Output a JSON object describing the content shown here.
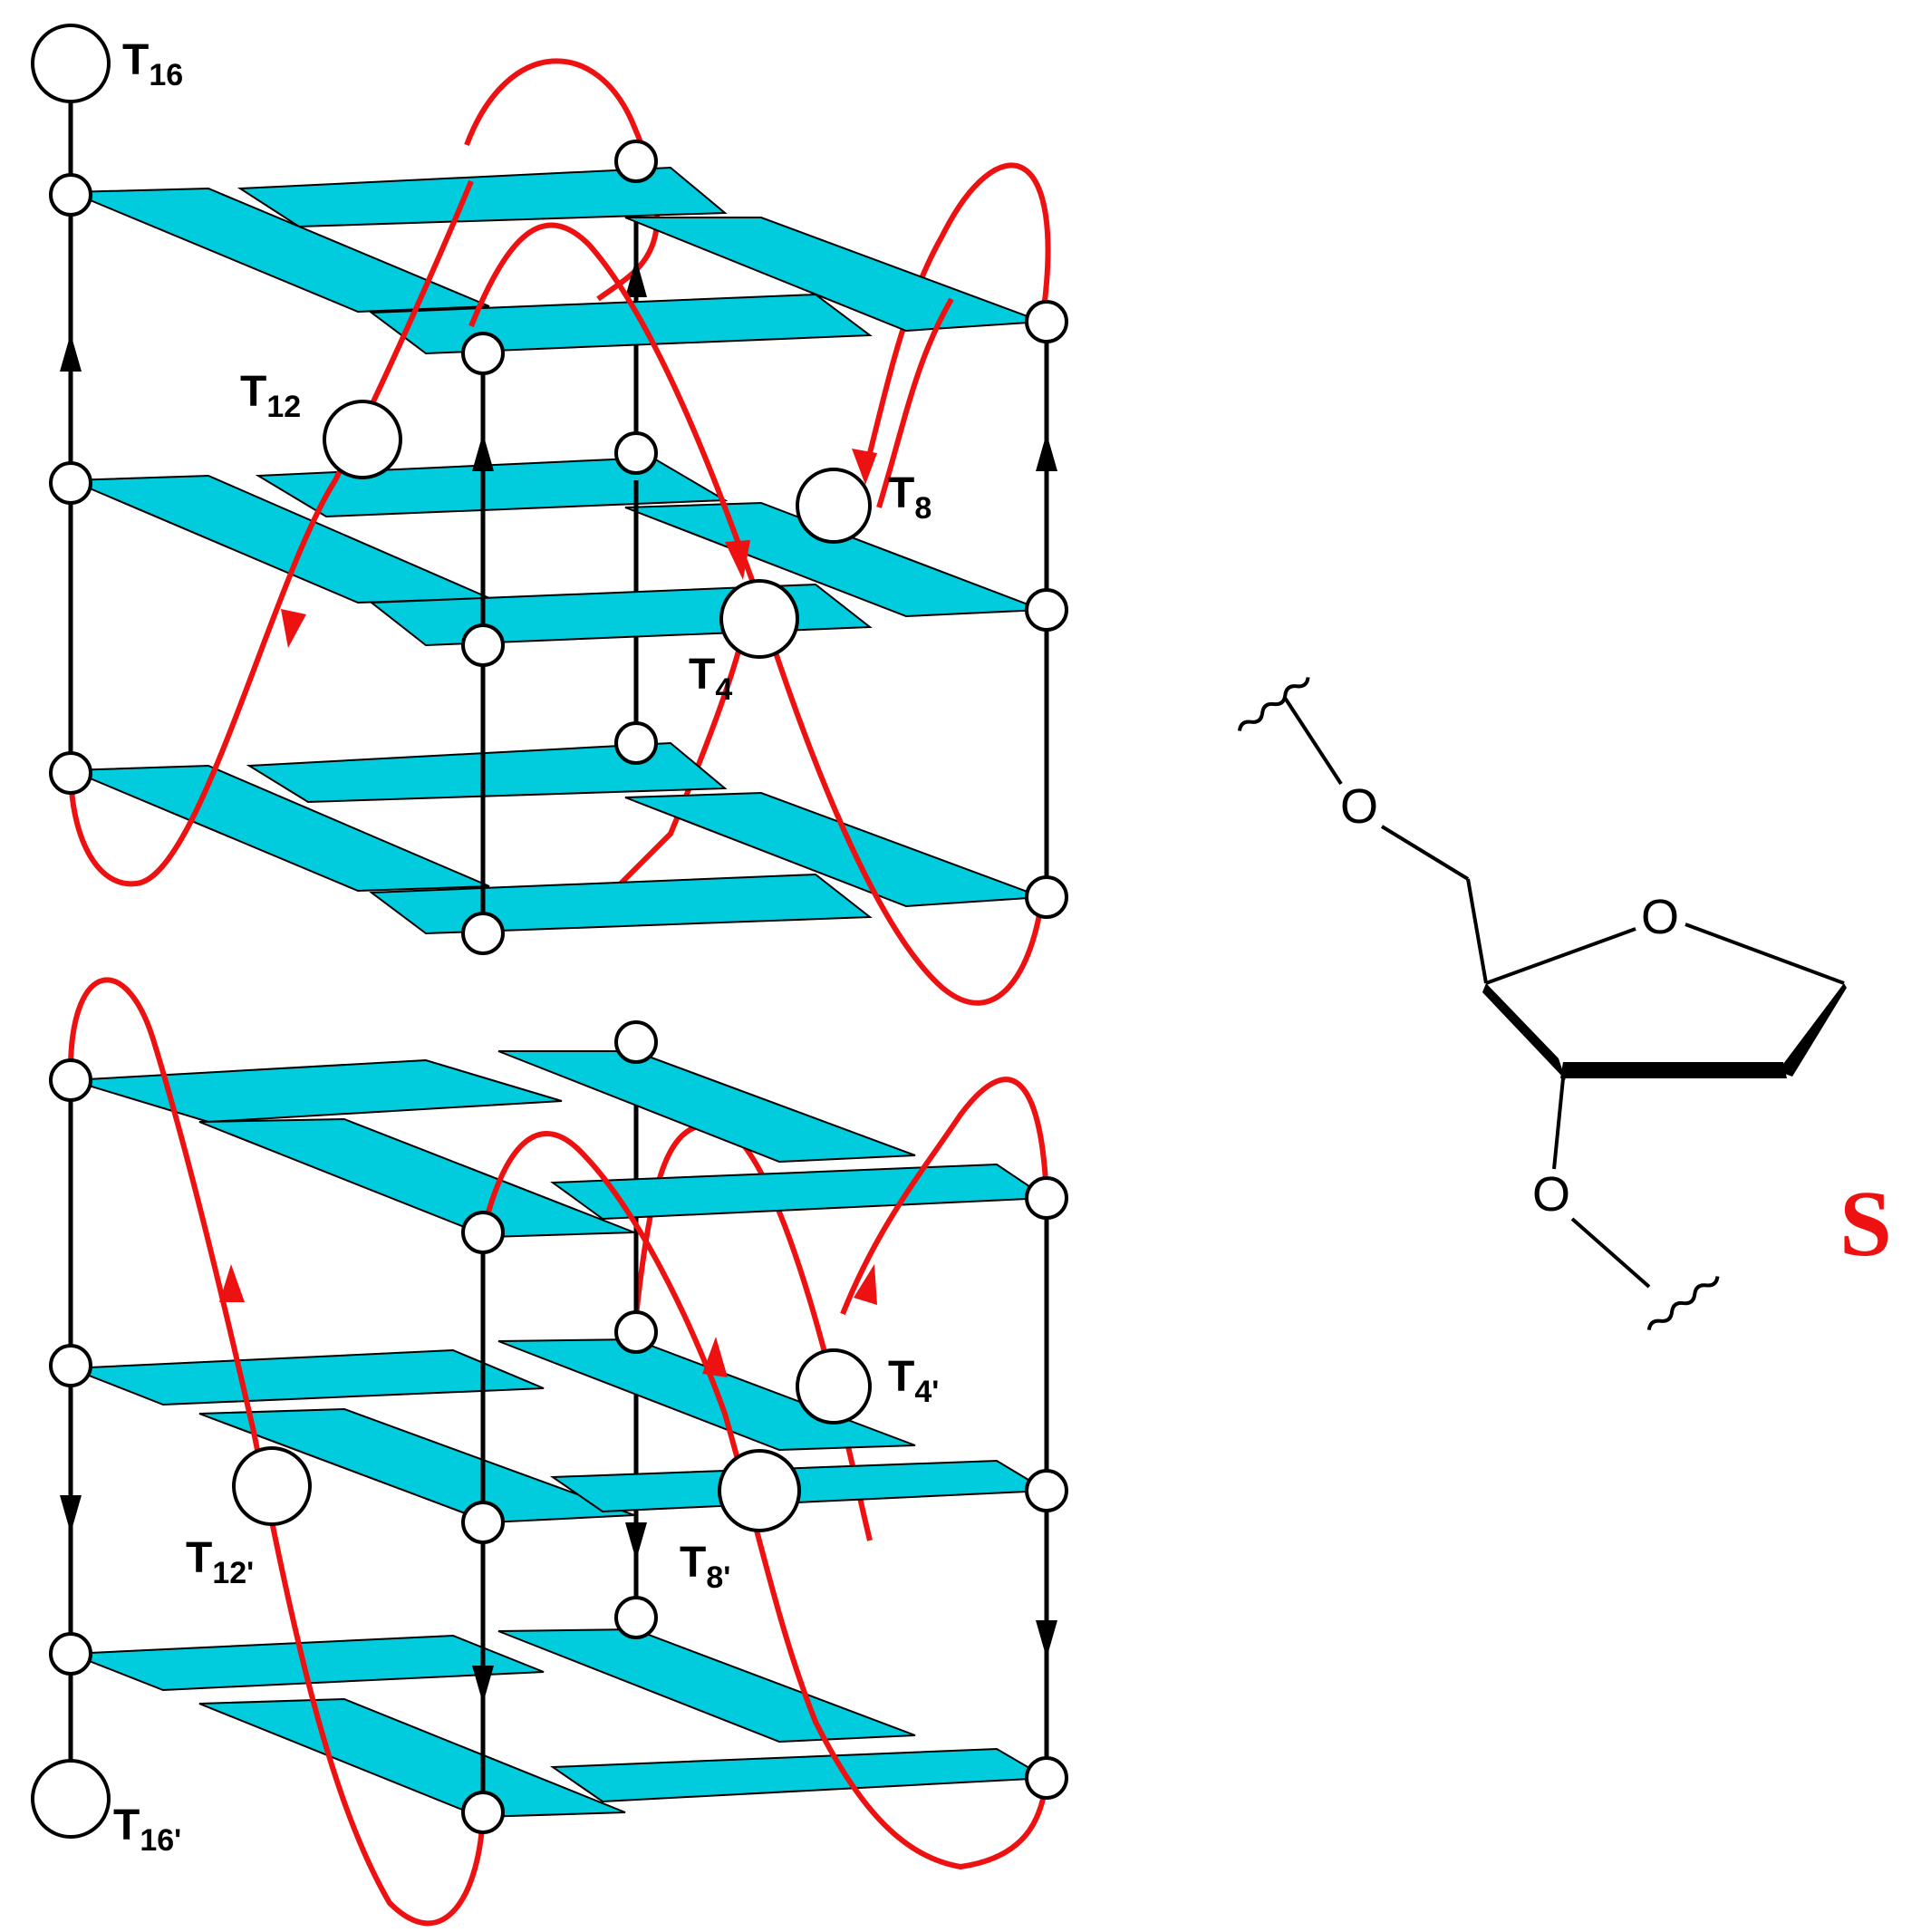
{
  "colors": {
    "tetrad_fill": "#00CCDD",
    "loop": "#EE1111",
    "strand": "#000000",
    "node_fill": "#ffffff"
  },
  "labels": {
    "T16": {
      "main": "T",
      "sub": "16"
    },
    "T12": {
      "main": "T",
      "sub": "12"
    },
    "T8": {
      "main": "T",
      "sub": "8"
    },
    "T4": {
      "main": "T",
      "sub": "4"
    },
    "T4p": {
      "main": "T",
      "sub": "4'"
    },
    "T12p": {
      "main": "T",
      "sub": "12'"
    },
    "T8p": {
      "main": "T",
      "sub": "8'"
    },
    "T16p": {
      "main": "T",
      "sub": "16'"
    }
  },
  "structure": {
    "oxygen_label": "O",
    "residue_label": "S"
  }
}
